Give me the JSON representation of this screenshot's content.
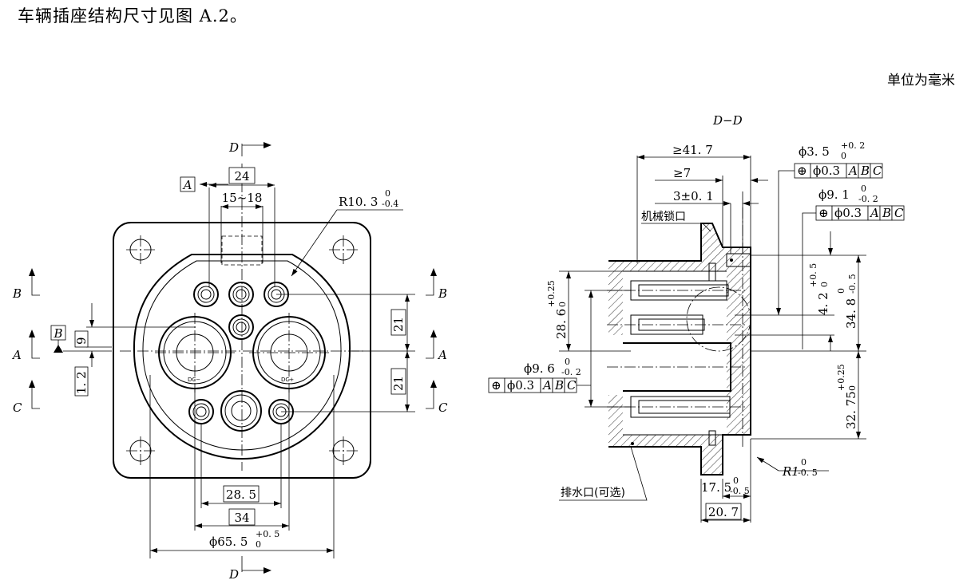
{
  "caption": "车辆插座结构尺寸见图 A.2。",
  "unit_note": "单位为毫米",
  "front_view": {
    "section_D_top": "D",
    "section_D_bottom": "D",
    "datum_A": "A",
    "datum_B": "B",
    "section_B_left": "B",
    "section_B_right": "B",
    "section_A_left": "A",
    "section_A_right": "A",
    "section_C_left": "C",
    "section_C_right": "C",
    "dim_24": "24",
    "dim_15_18": "15~18",
    "dim_R10_3": "R10. 3",
    "dim_R10_3_upper": "0",
    "dim_R10_3_lower": "-0.4",
    "dim_9": "9",
    "dim_1_2": "1. 2",
    "dim_21_upper": "21",
    "dim_21_lower": "21",
    "dim_28_5": "28. 5",
    "dim_34": "34",
    "dim_65_5": "ϕ65. 5",
    "dim_65_5_upper": "+0. 5",
    "dim_65_5_lower": "0",
    "label_dc_minus": "DC−",
    "label_dc_plus": "DC+"
  },
  "section_view": {
    "title": "D−D",
    "dim_41_7": "≥41. 7",
    "dim_7": "≥7",
    "dim_3": "3±0. 1",
    "label_lock": "机械锁口",
    "dim_3_5": "ϕ3. 5",
    "dim_3_5_upper": "+0. 2",
    "dim_3_5_lower": "0",
    "dim_9_1": "ϕ9. 1",
    "dim_9_1_upper": "0",
    "dim_9_1_lower": "-0. 2",
    "dim_9_6": "ϕ9. 6",
    "dim_9_6_upper": "0",
    "dim_9_6_lower": "-0. 2",
    "dim_28_6": "28. 6",
    "dim_28_6_upper": "+0.25",
    "dim_28_6_lower": "0",
    "dim_4_2": "4. 2",
    "dim_4_2_upper": "+0. 5",
    "dim_4_2_lower": "0",
    "dim_34_8": "34. 8",
    "dim_34_8_upper": "0",
    "dim_34_8_lower": "-0. 5",
    "dim_32_75": "32. 75",
    "dim_32_75_upper": "+0.25",
    "dim_32_75_lower": "0",
    "dim_R1": "R1",
    "dim_R1_upper": "0",
    "dim_R1_lower": "-0. 5",
    "dim_17_5": "17. 5",
    "dim_17_5_upper": "0",
    "dim_17_5_lower": "-0. 5",
    "dim_20_7": "20. 7",
    "label_drain": "排水口(可选)",
    "tol_symbol": "⊕",
    "tol_value": "ϕ0.3",
    "tol_ref_A": "A",
    "tol_ref_B": "B",
    "tol_ref_C": "C"
  }
}
